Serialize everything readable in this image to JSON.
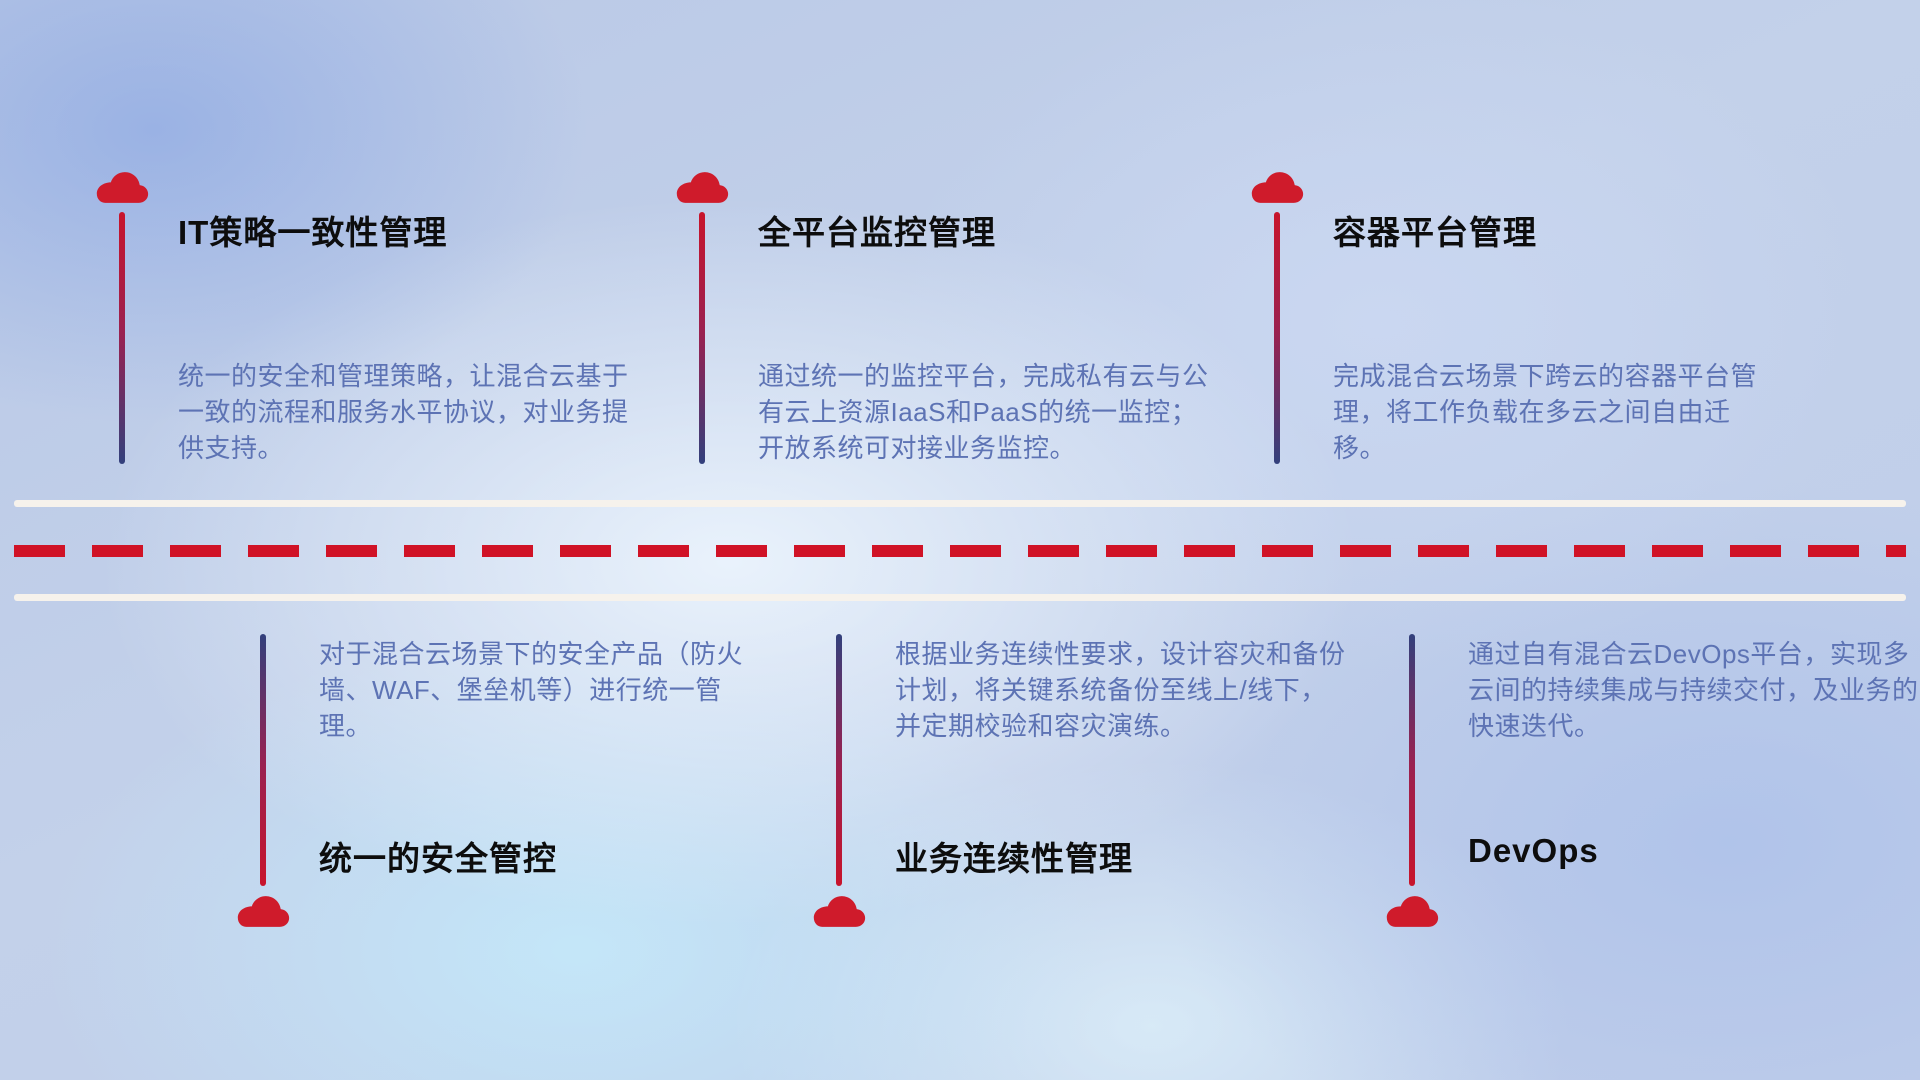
{
  "colors": {
    "accent_red": "#cf1b2b",
    "dash_red": "#d01226",
    "line_navy": "#32407c",
    "title_text": "#0d0d0d",
    "description_text": "#5d73b4",
    "road_white": "#f6f2ec"
  },
  "items": [
    {
      "title": "IT策略一致性管理",
      "description": "统一的安全和管理策略，让混合云基于一致的流程和服务水平协议，对业务提供支持。"
    },
    {
      "title": "全平台监控管理",
      "description": "通过统一的监控平台，完成私有云与公有云上资源IaaS和PaaS的统一监控；开放系统可对接业务监控。"
    },
    {
      "title": "容器平台管理",
      "description": "完成混合云场景下跨云的容器平台管理，将工作负载在多云之间自由迁移。"
    },
    {
      "title": "统一的安全管控",
      "description": "对于混合云场景下的安全产品（防火墙、WAF、堡垒机等）进行统一管理。"
    },
    {
      "title": "业务连续性管理",
      "description": "根据业务连续性要求，设计容灾和备份计划，将关键系统备份至线上/线下，并定期校验和容灾演练。"
    },
    {
      "title": "DevOps",
      "description": "通过自有混合云DevOps平台，实现多云间的持续集成与持续交付，及业务的快速迭代。"
    }
  ]
}
